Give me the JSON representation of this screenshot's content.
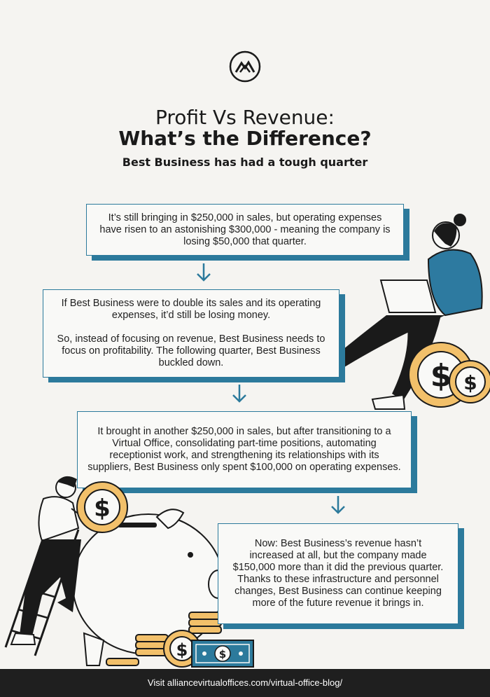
{
  "header": {
    "title_line1": "Profit Vs Revenue:",
    "title_line2": "What’s the Difference?",
    "subtitle": "Best Business has had a tough quarter"
  },
  "cards": [
    {
      "paragraphs": [
        "It’s still bringing in $250,000 in sales, but operating expenses have risen to an astonishing $300,000 - meaning the company is losing $50,000 that quarter."
      ]
    },
    {
      "paragraphs": [
        "If Best Business were to double its sales and its operating expenses, it’d still be losing money.",
        "So, instead of focusing on revenue, Best Business needs to focus on profitability. The following quarter, Best Business buckled down."
      ]
    },
    {
      "paragraphs": [
        "It brought in another $250,000 in sales, but after transitioning to a Virtual Office, consolidating part-time positions, automating receptionist work, and strengthening its relationships with its suppliers, Best Business only spent $100,000 on operating expenses."
      ]
    },
    {
      "paragraphs": [
        "Now:  Best Business’s revenue hasn’t increased at all, but the company made $150,000 more than it did the previous quarter. Thanks to these infrastructure and personnel changes, Best Business can continue keeping more of the future revenue it brings in."
      ]
    }
  ],
  "footer": {
    "text": "Visit alliancevirtualoffices.com/virtual-office-blog/"
  },
  "colors": {
    "accent": "#2c7a9c",
    "coin": "#f2c06a",
    "ink": "#1a1a1a",
    "footer_bg": "#1f1f1f"
  },
  "icons": [
    "alliance-logo-icon",
    "down-arrow-icon",
    "dollar-coin-icon",
    "banknote-icon",
    "piggy-bank-icon"
  ]
}
